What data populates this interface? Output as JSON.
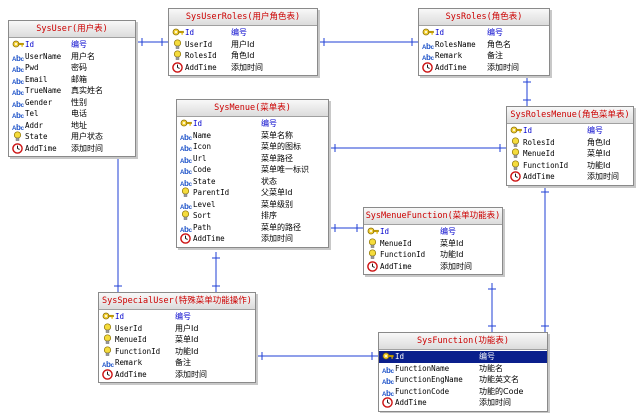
{
  "colors": {
    "title_text": "#cc0000",
    "pk_text": "#0000cc",
    "line": "#1f3fd6",
    "selected_row": "#0a1f8c"
  },
  "tables": [
    {
      "id": "sysuser",
      "title": "SysUser(用户表)",
      "fields": [
        {
          "name": "Id",
          "desc": "编号",
          "icon": "key",
          "pk": true
        },
        {
          "name": "UserName",
          "desc": "用户名",
          "icon": "abc"
        },
        {
          "name": "Pwd",
          "desc": "密码",
          "icon": "abc"
        },
        {
          "name": "Email",
          "desc": "邮箱",
          "icon": "abc"
        },
        {
          "name": "TrueName",
          "desc": "真实姓名",
          "icon": "abc"
        },
        {
          "name": "Gender",
          "desc": "性别",
          "icon": "abc"
        },
        {
          "name": "Tel",
          "desc": "电话",
          "icon": "abc"
        },
        {
          "name": "Addr",
          "desc": "地址",
          "icon": "abc"
        },
        {
          "name": "State",
          "desc": "用户状态",
          "icon": "bulb"
        },
        {
          "name": "AddTime",
          "desc": "添加时间",
          "icon": "clock"
        }
      ]
    },
    {
      "id": "sysuserroles",
      "title": "SysUserRoles(用户角色表)",
      "fields": [
        {
          "name": "Id",
          "desc": "编号",
          "icon": "key",
          "pk": true
        },
        {
          "name": "UserId",
          "desc": "用户Id",
          "icon": "bulb"
        },
        {
          "name": "RolesId",
          "desc": "角色Id",
          "icon": "bulb"
        },
        {
          "name": "AddTime",
          "desc": "添加时间",
          "icon": "clock"
        }
      ]
    },
    {
      "id": "sysroles",
      "title": "SysRoles(角色表)",
      "fields": [
        {
          "name": "Id",
          "desc": "编号",
          "icon": "key",
          "pk": true
        },
        {
          "name": "RolesName",
          "desc": "角色名",
          "icon": "abc"
        },
        {
          "name": "Remark",
          "desc": "备注",
          "icon": "abc"
        },
        {
          "name": "AddTime",
          "desc": "添加时间",
          "icon": "clock"
        }
      ]
    },
    {
      "id": "sysmenue",
      "title": "SysMenue(菜单表)",
      "fields": [
        {
          "name": "Id",
          "desc": "编号",
          "icon": "key",
          "pk": true
        },
        {
          "name": "Name",
          "desc": "菜单名称",
          "icon": "abc"
        },
        {
          "name": "Icon",
          "desc": "菜单的图标",
          "icon": "abc"
        },
        {
          "name": "Url",
          "desc": "菜单路径",
          "icon": "abc"
        },
        {
          "name": "Code",
          "desc": "菜单唯一标识",
          "icon": "abc"
        },
        {
          "name": "State",
          "desc": "状态",
          "icon": "abc"
        },
        {
          "name": "ParentId",
          "desc": "父菜单Id",
          "icon": "bulb"
        },
        {
          "name": "Level",
          "desc": "菜单级别",
          "icon": "abc"
        },
        {
          "name": "Sort",
          "desc": "排序",
          "icon": "bulb"
        },
        {
          "name": "Path",
          "desc": "菜单的路径",
          "icon": "abc"
        },
        {
          "name": "AddTime",
          "desc": "添加时间",
          "icon": "clock"
        }
      ]
    },
    {
      "id": "sysrolesmenue",
      "title": "SysRolesMenue(角色菜单表)",
      "fields": [
        {
          "name": "Id",
          "desc": "编号",
          "icon": "key",
          "pk": true
        },
        {
          "name": "RolesId",
          "desc": "角色Id",
          "icon": "bulb"
        },
        {
          "name": "MenueId",
          "desc": "菜单Id",
          "icon": "bulb"
        },
        {
          "name": "FunctionId",
          "desc": "功能Id",
          "icon": "bulb"
        },
        {
          "name": "AddTime",
          "desc": "添加时间",
          "icon": "clock"
        }
      ]
    },
    {
      "id": "sysmenuefunction",
      "title": "SysMenueFunction(菜单功能表)",
      "fields": [
        {
          "name": "Id",
          "desc": "编号",
          "icon": "key",
          "pk": true
        },
        {
          "name": "MenueId",
          "desc": "菜单Id",
          "icon": "bulb"
        },
        {
          "name": "FunctionId",
          "desc": "功能Id",
          "icon": "bulb"
        },
        {
          "name": "AddTime",
          "desc": "添加时间",
          "icon": "clock"
        }
      ]
    },
    {
      "id": "sysspecialuser",
      "title": "SysSpecialUser(特殊菜单功能操作)",
      "fields": [
        {
          "name": "Id",
          "desc": "编号",
          "icon": "key",
          "pk": true
        },
        {
          "name": "UserId",
          "desc": "用户Id",
          "icon": "bulb"
        },
        {
          "name": "MenueId",
          "desc": "菜单Id",
          "icon": "bulb"
        },
        {
          "name": "FunctionId",
          "desc": "功能Id",
          "icon": "bulb"
        },
        {
          "name": "Remark",
          "desc": "备注",
          "icon": "abc"
        },
        {
          "name": "AddTime",
          "desc": "添加时间",
          "icon": "clock"
        }
      ]
    },
    {
      "id": "sysfunction",
      "title": "SysFunction(功能表)",
      "fields": [
        {
          "name": "Id",
          "desc": "编号",
          "icon": "key",
          "pk": true,
          "selected": true
        },
        {
          "name": "FunctionName",
          "desc": "功能名",
          "icon": "abc"
        },
        {
          "name": "FunctionEngName",
          "desc": "功能英文名",
          "icon": "abc"
        },
        {
          "name": "FunctionCode",
          "desc": "功能的Code",
          "icon": "abc"
        },
        {
          "name": "AddTime",
          "desc": "添加时间",
          "icon": "clock"
        }
      ]
    }
  ]
}
